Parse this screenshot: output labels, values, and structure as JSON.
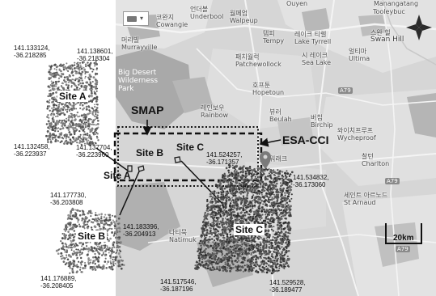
{
  "map": {
    "places": [
      {
        "id": "ouyen",
        "ko": "",
        "en": "Ouyen"
      },
      {
        "id": "underbool",
        "ko": "언더볼",
        "en": "Underbool"
      },
      {
        "id": "walpeup",
        "ko": "월페업",
        "en": "Walpeup"
      },
      {
        "id": "kowangie",
        "ko": "코완지",
        "en": "Cowangie"
      },
      {
        "id": "murrayville",
        "ko": "머리빌",
        "en": "Murrayville"
      },
      {
        "id": "tempy",
        "ko": "템피",
        "en": "Tempy"
      },
      {
        "id": "patchewollock",
        "ko": "패치월럭",
        "en": "Patchewollock"
      },
      {
        "id": "lake-tyrrell",
        "ko": "레이크 티렐",
        "en": "Lake Tyrrell"
      },
      {
        "id": "sea-lake",
        "ko": "시 레이크",
        "en": "Sea Lake"
      },
      {
        "id": "ultima",
        "ko": "얼티마",
        "en": "Ultima"
      },
      {
        "id": "swan-hill",
        "ko": "스완 힐",
        "en": "Swan Hill"
      },
      {
        "id": "tooleybuc",
        "ko": "",
        "en": "Tooleybuc"
      },
      {
        "id": "manangatang",
        "ko": "",
        "en": "Manangatang"
      },
      {
        "id": "big-desert",
        "ko": "",
        "en": "Big Desert\nWilderness\nPark"
      },
      {
        "id": "hopetoun",
        "ko": "호프툰",
        "en": "Hopetoun"
      },
      {
        "id": "rainbow",
        "ko": "레인보우",
        "en": "Rainbow"
      },
      {
        "id": "beulah",
        "ko": "뷰러",
        "en": "Beulah"
      },
      {
        "id": "birchip",
        "ko": "버칩",
        "en": "Birchip"
      },
      {
        "id": "wycheproof",
        "ko": "와이치프루프",
        "en": "Wycheproof"
      },
      {
        "id": "warracknabeal",
        "ko": "워래크",
        "en": ""
      },
      {
        "id": "charlton",
        "ko": "찰턴",
        "en": "Charlton"
      },
      {
        "id": "st-arnaud",
        "ko": "세인트 아르노드",
        "en": "St Arnaud"
      },
      {
        "id": "natimuk",
        "ko": "나티묵",
        "en": "Natimuk"
      },
      {
        "id": "kalkee",
        "ko": "",
        "en": ""
      }
    ],
    "roads": [
      "A79",
      "A79",
      "A79"
    ],
    "scale_label": "20km"
  },
  "sensors": {
    "smap": "SMAP",
    "esa_cci": "ESA-CCI"
  },
  "sites": {
    "a": {
      "label": "Site A",
      "map_label": "Site A",
      "corner_tl": "141.133124,\n-36.218285",
      "corner_tr": "141.138601,\n-36.218304",
      "corner_bl": "141.132458,\n-36.223937",
      "corner_br": "141.137704,\n-36.223960"
    },
    "b": {
      "label": "Site B",
      "map_label": "Site B",
      "corner_tl": "141.177730,\n-36.203808",
      "corner_tr": "141.183396,\n-36.204913",
      "corner_bl": "141.176889,\n-36.208405"
    },
    "c": {
      "label": "Site C",
      "map_label": "Site C",
      "corner_tl": "141.524257,\n-36.171357",
      "corner_tr": "141.534832,\n-36.173060",
      "corner_bl": "141.517546,\n-36.187196",
      "corner_br": "141.529528,\n-36.189477"
    }
  },
  "icons": [
    "compass-icon",
    "location-pin-icon",
    "layers-icon",
    "chevron-down-icon"
  ]
}
